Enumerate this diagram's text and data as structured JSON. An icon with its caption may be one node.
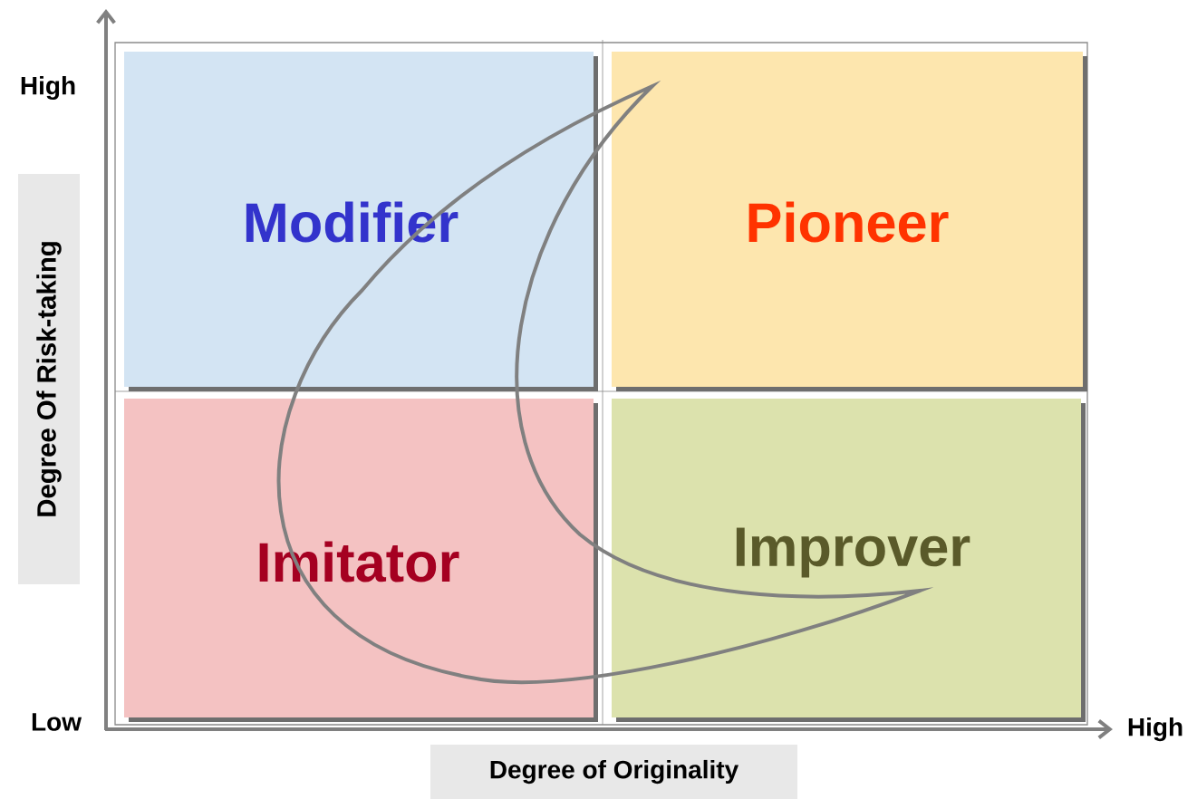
{
  "diagram": {
    "nodes": [
      {
        "text": [
          "Modifier"
        ]
      },
      {
        "text": [
          "Pioneer"
        ]
      },
      {
        "text": [
          "Imitator"
        ]
      },
      {
        "text": [
          "Improver"
        ]
      },
      {
        "text": [
          "Degree Of Risk-taking"
        ]
      },
      {
        "text": [
          "Degree of Originality"
        ]
      }
    ],
    "labels": [
      "High",
      "Low",
      "High"
    ]
  }
}
